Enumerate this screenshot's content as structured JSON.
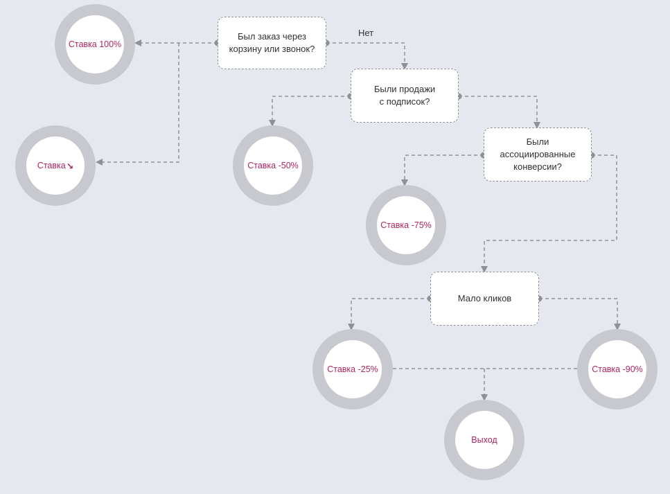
{
  "decisions": {
    "q1": "Был заказ через\nкорзину или звонок?",
    "q2": "Были продажи\nс подписок?",
    "q3": "Были\nассоциированные\nконверсии?",
    "q4": "Мало кликов"
  },
  "outcomes": {
    "rate_100": "Ставка 100%",
    "rate_down": "Ставка",
    "rate_down_icon": "arrow-down-right-icon",
    "rate_minus_50": "Ставка -50%",
    "rate_minus_75": "Ставка -75%",
    "rate_minus_25": "Ставка -25%",
    "rate_minus_90": "Ставка -90%",
    "exit": "Выход"
  },
  "edge_labels": {
    "no": "Нет"
  },
  "colors": {
    "background": "#e6e8ef",
    "node_border": "#8f9196",
    "ring": "#c7c9cf",
    "outcome_text": "#b0245f",
    "connector": "#8f9196"
  }
}
